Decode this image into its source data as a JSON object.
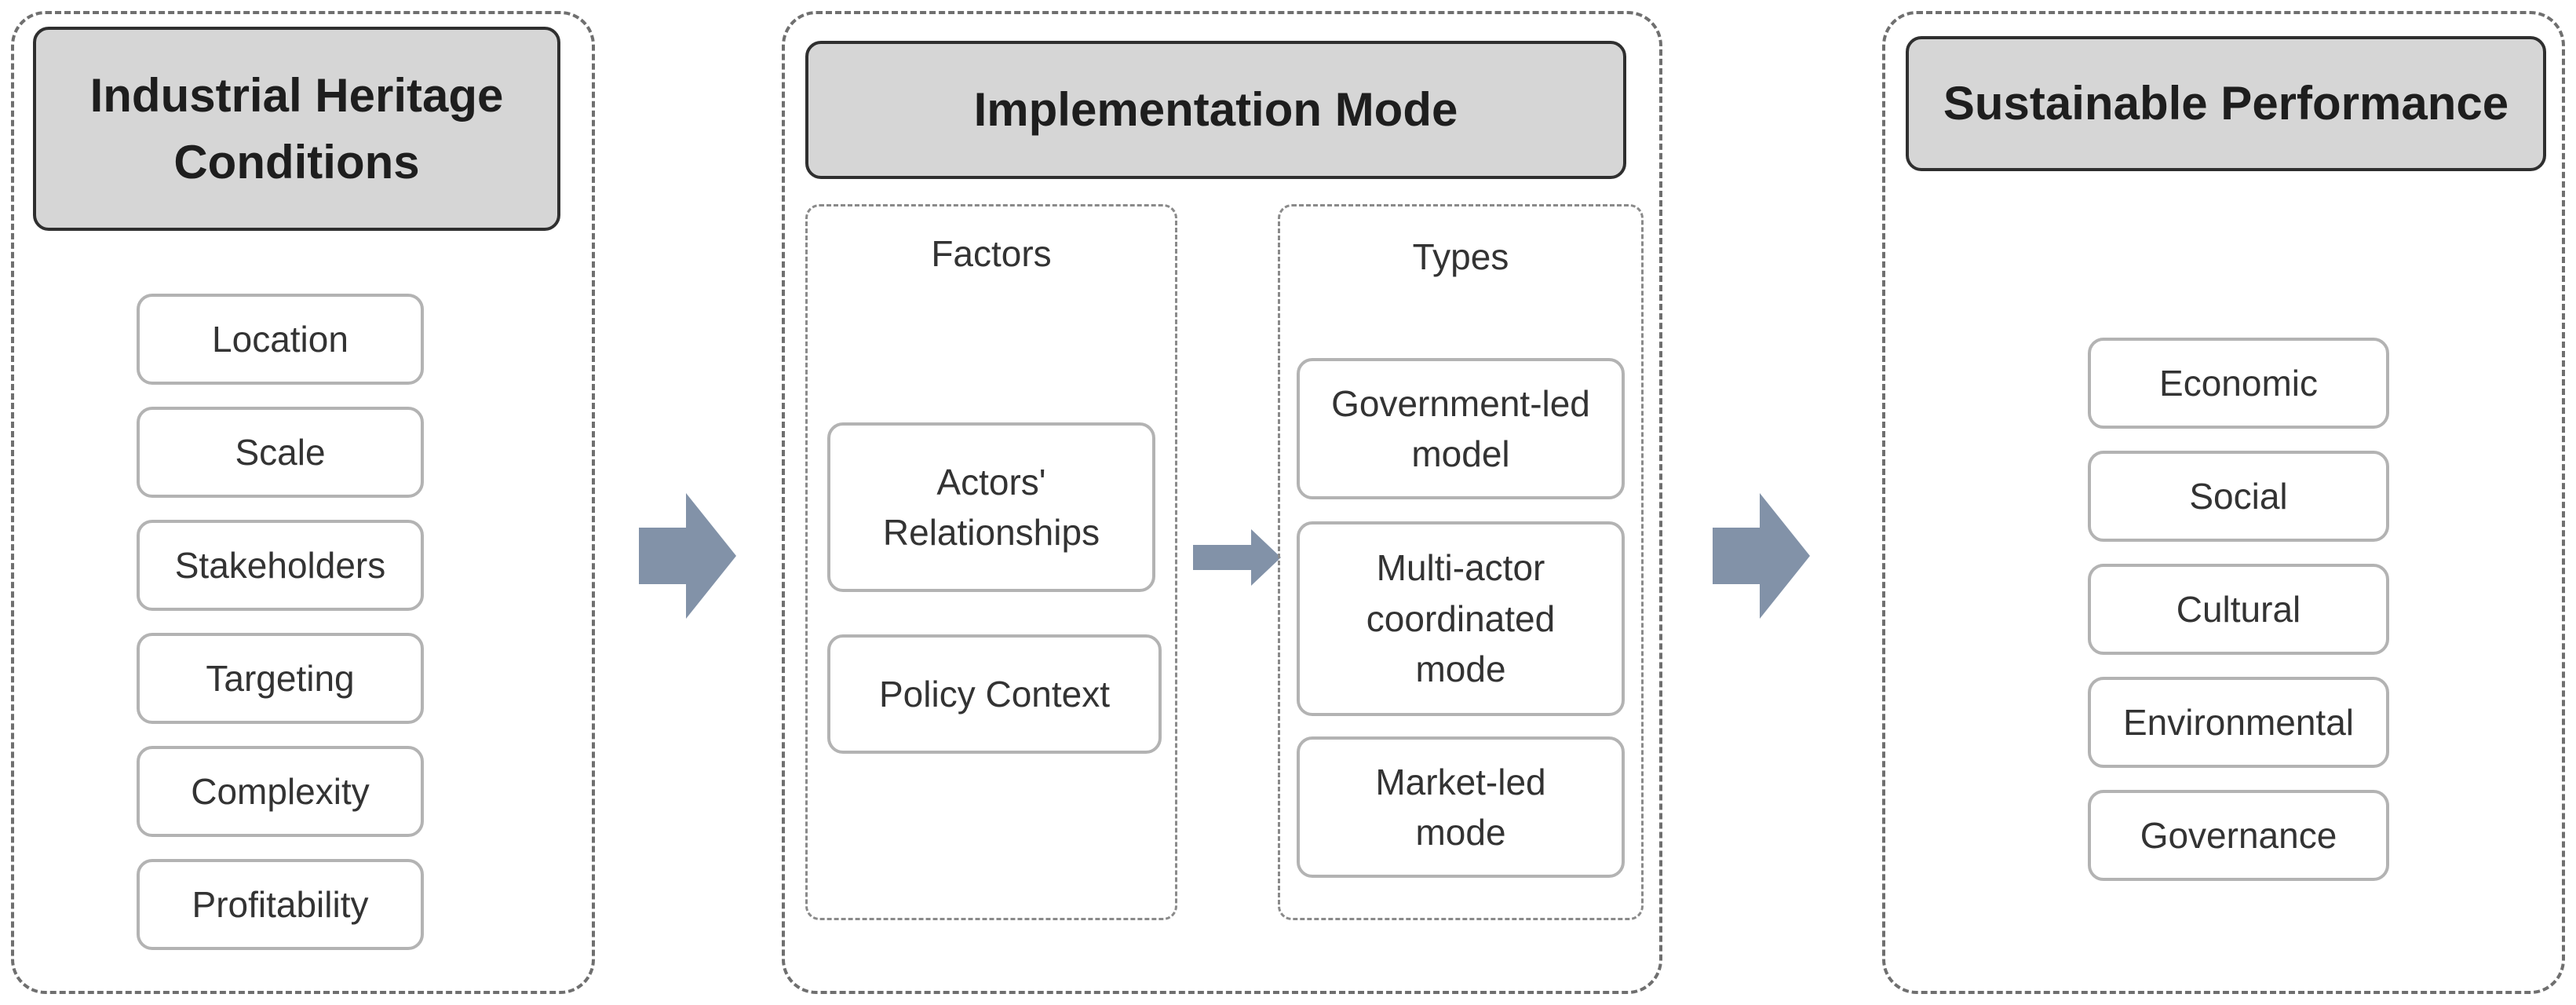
{
  "colors": {
    "header_fill": "#d6d6d6",
    "header_border": "#2f2f2f",
    "item_border": "#b3b3b3",
    "panel_border": "#6f6f6f",
    "arrow": "#8292a8"
  },
  "conditions": {
    "title": "Industrial Heritage\nConditions",
    "items": [
      "Location",
      "Scale",
      "Stakeholders",
      "Targeting",
      "Complexity",
      "Profitability"
    ]
  },
  "implementation": {
    "title": "Implementation Mode",
    "factors": {
      "label": "Factors",
      "items": [
        "Actors'\nRelationships",
        "Policy Context"
      ]
    },
    "types": {
      "label": "Types",
      "items": [
        "Government-led\nmodel",
        "Multi-actor\ncoordinated\nmode",
        "Market-led\nmode"
      ]
    }
  },
  "performance": {
    "title": "Sustainable Performance",
    "items": [
      "Economic",
      "Social",
      "Cultural",
      "Environmental",
      "Governance"
    ]
  }
}
